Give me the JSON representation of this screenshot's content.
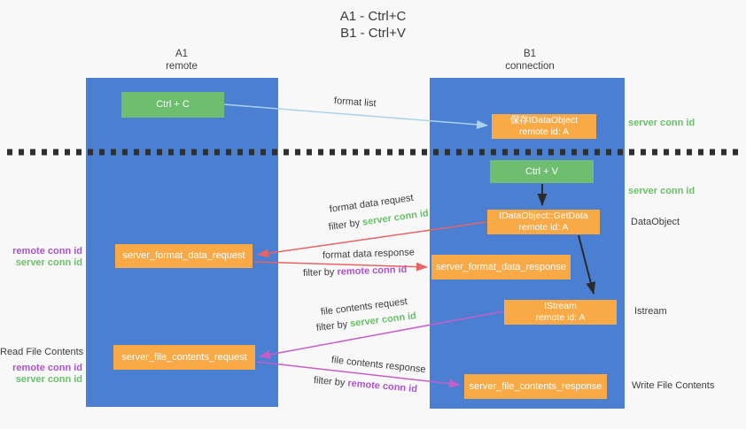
{
  "colors": {
    "background": "#f8f8f8",
    "lane_blue": "#4a7fd2",
    "box_green": "#6dbe6e",
    "box_orange": "#f9a945",
    "arrow_blue": "#a9d2ef",
    "arrow_red": "#e96363",
    "arrow_magenta": "#c45ec8",
    "arrow_black": "#2b2b2b",
    "text_green": "#6abf69",
    "text_purple": "#ad52cf",
    "text_dark": "#3c3c3c",
    "divider": "#2f2f2f"
  },
  "title": {
    "line1": "A1 - Ctrl+C",
    "line2": "B1 - Ctrl+V"
  },
  "lanes": {
    "left": {
      "name": "A1",
      "subtitle": "remote"
    },
    "right": {
      "name": "B1",
      "subtitle": "connection"
    }
  },
  "boxes": {
    "ctrl_c": {
      "label": "Ctrl + C"
    },
    "save_dataobject": {
      "line1": "保存IDataObject",
      "line2": "remote id: A"
    },
    "ctrl_v": {
      "label": "Ctrl + V"
    },
    "getdata": {
      "line1": "IDataObject::GetData",
      "line2": "remote id: A"
    },
    "format_request": {
      "label": "server_format_data_request"
    },
    "format_response": {
      "label": "server_format_data_response"
    },
    "istream": {
      "line1": "IStream",
      "line2": "remote id: A"
    },
    "file_request": {
      "label": "server_file_contents_request"
    },
    "file_response": {
      "label": "server_file_contents_response"
    }
  },
  "flow_labels": {
    "format_list": "format list",
    "format_data_request": "format data request",
    "filter_server_1": {
      "prefix": "filter by ",
      "value": "server conn id"
    },
    "format_data_response": "format data response",
    "filter_remote_1": {
      "prefix": "filter by ",
      "value": "remote conn id"
    },
    "file_contents_request": "file contents request",
    "filter_server_2": {
      "prefix": "filter by ",
      "value": "server conn id"
    },
    "file_contents_response": "file contents response",
    "filter_remote_2": {
      "prefix": "filter by ",
      "value": "remote conn id"
    }
  },
  "side_labels": {
    "server_conn_top": "server conn id",
    "server_conn_mid": "server conn id",
    "dataobject": "DataObject",
    "istream": "Istream",
    "write_file": "Write File Contents",
    "read_file": "Read File Contents",
    "pair1": {
      "remote": "remote conn id",
      "server": "server conn id"
    },
    "pair2": {
      "remote": "remote conn id",
      "server": "server conn id"
    }
  }
}
